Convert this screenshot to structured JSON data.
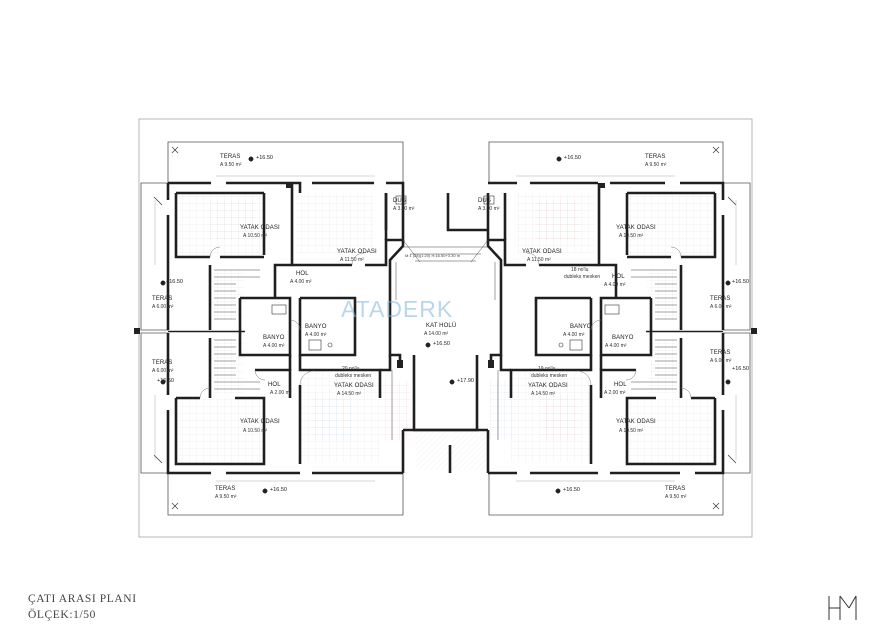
{
  "title": "ÇATI ARASI PLANI",
  "scale": "ÖLÇEK:1/50",
  "watermark": "ATADERK",
  "rooms": {
    "teras_tl": {
      "name": "TERAS",
      "area": "A 9.50 m²"
    },
    "teras_tr": {
      "name": "TERAS",
      "area": "A 9.50 m²"
    },
    "teras_bl": {
      "name": "TERAS",
      "area": "A 9.50 m²"
    },
    "teras_br": {
      "name": "TERAS",
      "area": "A 9.50 m²"
    },
    "teras_l1": {
      "name": "TERAS",
      "area": "A 6.00 m²"
    },
    "teras_l2": {
      "name": "TERAS",
      "area": "A 6.00 m²"
    },
    "teras_r1": {
      "name": "TERAS",
      "area": "A 6.00 m²"
    },
    "teras_r2": {
      "name": "TERAS",
      "area": "A 6.00 m²"
    },
    "yatak_tl": {
      "name": "YATAK ODASI",
      "area": "A 10.50 m²"
    },
    "yatak_tr": {
      "name": "YATAK ODASI",
      "area": "A 10.50 m²"
    },
    "yatak_bl": {
      "name": "YATAK ODASI",
      "area": "A 10.50 m²"
    },
    "yatak_br": {
      "name": "YATAK ODASI",
      "area": "A 10.50 m²"
    },
    "yatak_cl": {
      "name": "YATAK ODASI",
      "area": "A 11.50 m²"
    },
    "yatak_cr": {
      "name": "YATAK ODASI",
      "area": "A 11.50 m²"
    },
    "yatak_bcl": {
      "name": "YATAK ODASI",
      "area": "A 14.50 m²"
    },
    "yatak_bcr": {
      "name": "YATAK ODASI",
      "area": "A 14.50 m²"
    },
    "dus_l": {
      "name": "DUŞ",
      "area": "A 3.00 m²"
    },
    "dus_r": {
      "name": "DUŞ",
      "area": "A 3.00 m²"
    },
    "hol_tl": {
      "name": "HOL",
      "area": "A 4.00 m²"
    },
    "hol_tr": {
      "name": "HOL",
      "area": "A 4.00 m²"
    },
    "hol_bl": {
      "name": "HOL",
      "area": "A 2.00 m²"
    },
    "hol_br": {
      "name": "HOL",
      "area": "A 2.00 m²"
    },
    "banyo_l1": {
      "name": "BANYO",
      "area": "A 4.00 m²"
    },
    "banyo_l2": {
      "name": "BANYO",
      "area": "A 4.00 m²"
    },
    "banyo_r1": {
      "name": "BANYO",
      "area": "A 4.00 m²"
    },
    "banyo_r2": {
      "name": "BANYO",
      "area": "A 4.00 m²"
    },
    "kat_holu": {
      "name": "KAT HOLÜ",
      "area": "A 14.00 m²"
    }
  },
  "units": {
    "u18": {
      "no": "18 no'lu",
      "type": "dubleks mesken"
    },
    "u19": {
      "no": "19 no'lu",
      "type": "dubleks mesken"
    },
    "u20": {
      "no": "20 no'lu",
      "type": "dubleks mesken"
    }
  },
  "levels": {
    "l1": "+16.50",
    "l2": "+16.50",
    "l3": "+16.50",
    "l4": "+16.50",
    "l5": "+16.50",
    "l6": "+16.50",
    "l7": "+16.50",
    "l8": "+16.50",
    "hall": "+16.50",
    "stair": "+17.90"
  },
  "stair_note": "M:1 (28)(1:20) H:16.50+3.30 m"
}
